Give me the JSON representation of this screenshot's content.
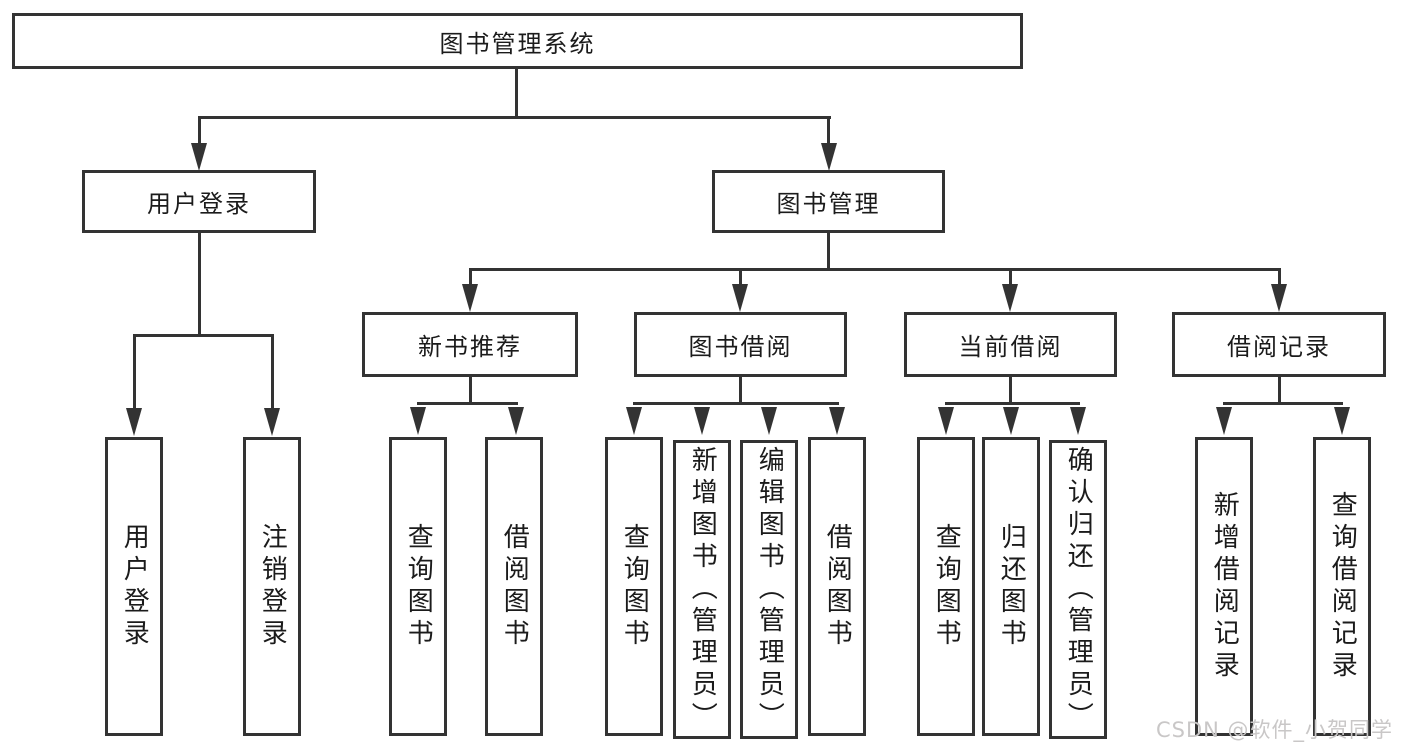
{
  "tree": {
    "root": {
      "label": "图书管理系统"
    },
    "branches": [
      {
        "label": "用户登录",
        "children": [
          {
            "label": "用户登录"
          },
          {
            "label": "注销登录"
          }
        ]
      },
      {
        "label": "图书管理",
        "children": [
          {
            "label": "新书推荐",
            "children": [
              {
                "label": "查询图书"
              },
              {
                "label": "借阅图书"
              }
            ]
          },
          {
            "label": "图书借阅",
            "children": [
              {
                "label": "查询图书"
              },
              {
                "label": "新增图书（管理员）"
              },
              {
                "label": "编辑图书（管理员）"
              },
              {
                "label": "借阅图书"
              }
            ]
          },
          {
            "label": "当前借阅",
            "children": [
              {
                "label": "查询图书"
              },
              {
                "label": "归还图书"
              },
              {
                "label": "确认归还（管理员）"
              }
            ]
          },
          {
            "label": "借阅记录",
            "children": [
              {
                "label": "新增借阅记录"
              },
              {
                "label": "查询借阅记录"
              }
            ]
          }
        ]
      }
    ]
  },
  "watermark": {
    "text": "CSDN @软件_小贺同学",
    "color": "#c9c7c7"
  },
  "colors": {
    "line": "#333333",
    "box_border": "#333333",
    "text": "#1b1b1b",
    "background": "#ffffff"
  }
}
